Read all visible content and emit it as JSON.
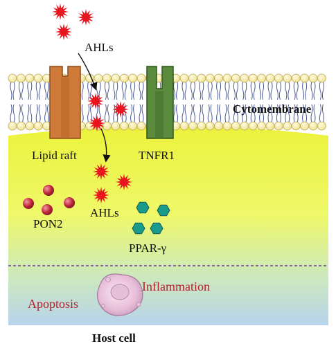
{
  "labels": {
    "ahls_outside": "AHLs",
    "cytomembrane": "Cytomembrane",
    "lipid_raft": "Lipid raft",
    "tnfr1": "TNFR1",
    "pon2": "PON2",
    "ahls_inside": "AHLs",
    "ppar": "PPAR-γ",
    "inflammation": "Inflammation",
    "apoptosis": "Apoptosis",
    "host_cell": "Host cell"
  },
  "colors": {
    "ahl_star": "#e8141e",
    "lipid_raft": "#d07a3a",
    "tnfr1": "#5a8a3c",
    "pon2_bead": "#c0263a",
    "ppar_hexagon": "#1a9a8a",
    "divider": "#6a3aa0",
    "effect_text": "#b51c2a"
  },
  "icons": [
    "ahl-star-icon",
    "pon2-bead-icon",
    "ppar-hexagon-icon",
    "apoptotic-cell-icon"
  ]
}
